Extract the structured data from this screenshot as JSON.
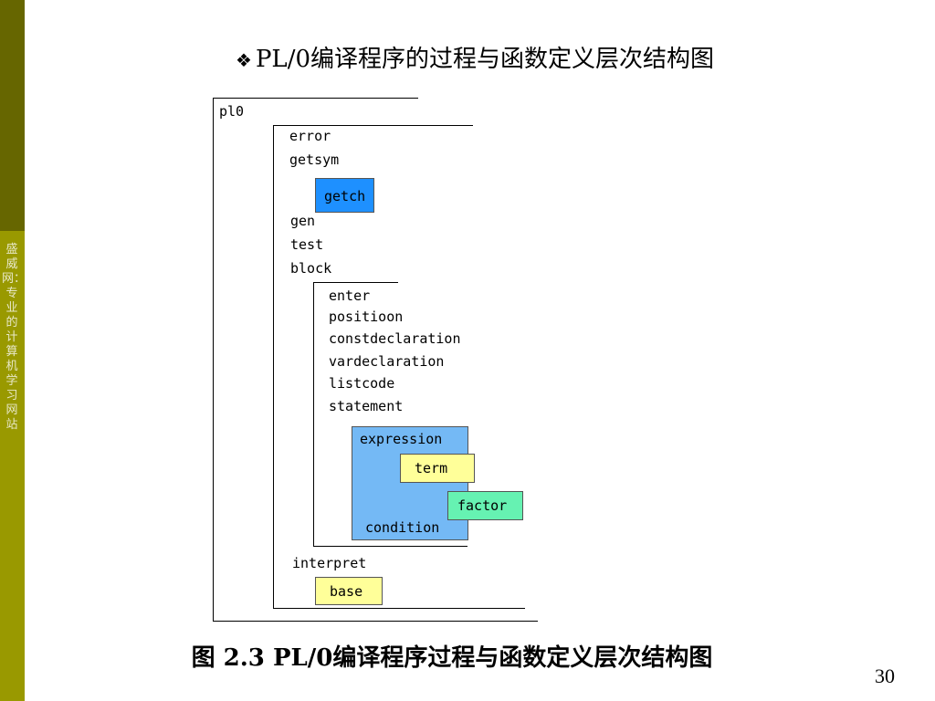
{
  "sidebar": {
    "text": "盛威网：专业的计算机学习网站"
  },
  "title": {
    "bullet": "❖",
    "text": "PL/0编译程序的过程与函数定义层次结构图"
  },
  "diagram": {
    "pl0": "pl0",
    "error": "error",
    "getsym": "getsym",
    "getch": "getch",
    "gen": "gen",
    "test": "test",
    "block": "block",
    "enter": "enter",
    "positioon": "positioon",
    "constdeclaration": "constdeclaration",
    "vardeclaration": "vardeclaration",
    "listcode": "listcode",
    "statement": "statement",
    "expression": "expression",
    "term": "term",
    "factor": "factor",
    "condition": "condition",
    "interpret": "interpret",
    "base": "base",
    "colors": {
      "getch": "#1e90ff",
      "expression": "#74b9f5",
      "term": "#ffff99",
      "factor": "#66f2b2",
      "base": "#ffff99"
    }
  },
  "caption": {
    "text": "图 2.3 PL/0编译程序过程与函数定义层次结构图"
  },
  "page_number": "30"
}
